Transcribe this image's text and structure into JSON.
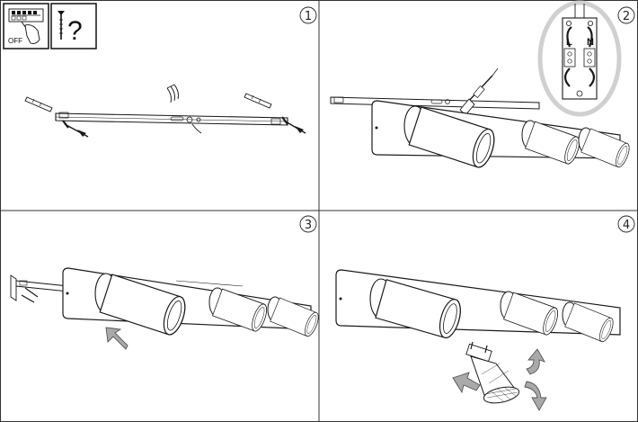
{
  "steps": [
    {
      "number": "1"
    },
    {
      "number": "2"
    },
    {
      "number": "3"
    },
    {
      "number": "4"
    }
  ],
  "warning": {
    "off_label": "OFF",
    "question_mark": "?"
  },
  "terminal": {
    "live_label": "L",
    "neutral_label": "N"
  },
  "colors": {
    "line": "#1a1a1a",
    "arrow_fill": "#a9a9a9",
    "arrow_stroke": "#555555",
    "magnifier_ring": "#d0d0d0",
    "border": "#333333"
  }
}
